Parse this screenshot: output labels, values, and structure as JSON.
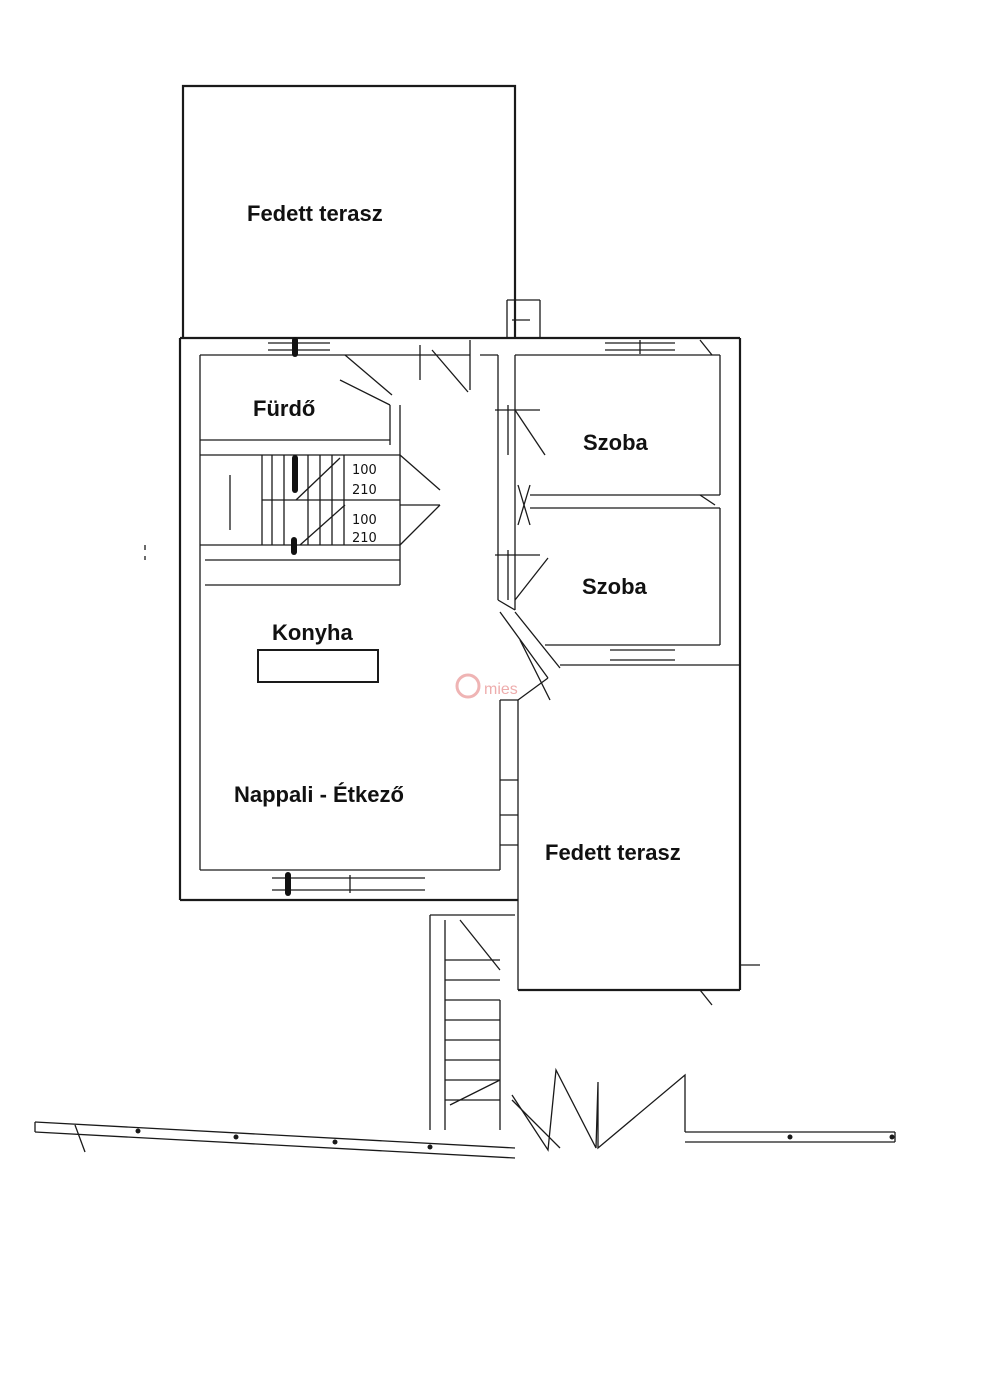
{
  "rooms": {
    "terrace_top": "Fedett terasz",
    "bathroom": "Fürdő",
    "room_1": "Szoba",
    "room_2": "Szoba",
    "kitchen": "Konyha",
    "living_dining": "Nappali - Étkező",
    "terrace_right": "Fedett terasz"
  },
  "dimensions": {
    "d1_a": "100",
    "d1_b": "210",
    "d2_a": "100",
    "d2_b": "210"
  },
  "watermark": {
    "text": "mies",
    "color": "#e06a6a",
    "icon": "logo-icon"
  },
  "colors": {
    "line": "#1a1a1a",
    "background": "#ffffff"
  }
}
